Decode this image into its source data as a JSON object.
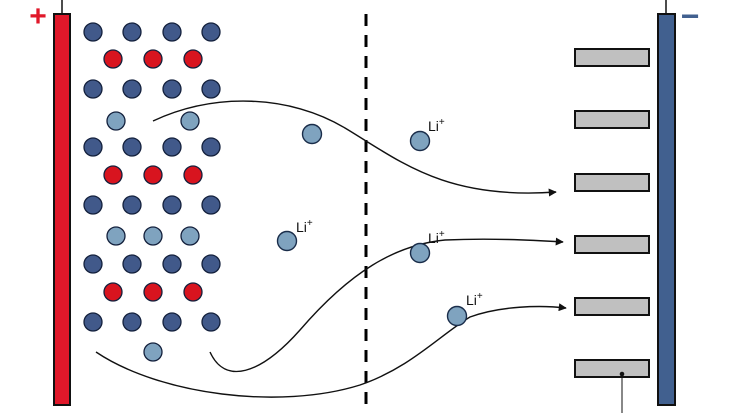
{
  "terminals": {
    "positive_symbol": "+",
    "negative_symbol": "−"
  },
  "ion_labels": {
    "label_1": {
      "base": "Li",
      "charge": "+"
    },
    "label_2": {
      "base": "Li",
      "charge": "+"
    },
    "label_3": {
      "base": "Li",
      "charge": "+"
    },
    "label_4": {
      "base": "Li",
      "charge": "+"
    }
  },
  "colors": {
    "positive_electrode": "#e0182a",
    "negative_electrode": "#41608f",
    "lattice_dark_atom": "#41598a",
    "lattice_red_atom": "#d8141f",
    "lithium_ion": "#7fa3bf",
    "graphite_layer": "#c0c0c0",
    "separator": "#000000"
  }
}
